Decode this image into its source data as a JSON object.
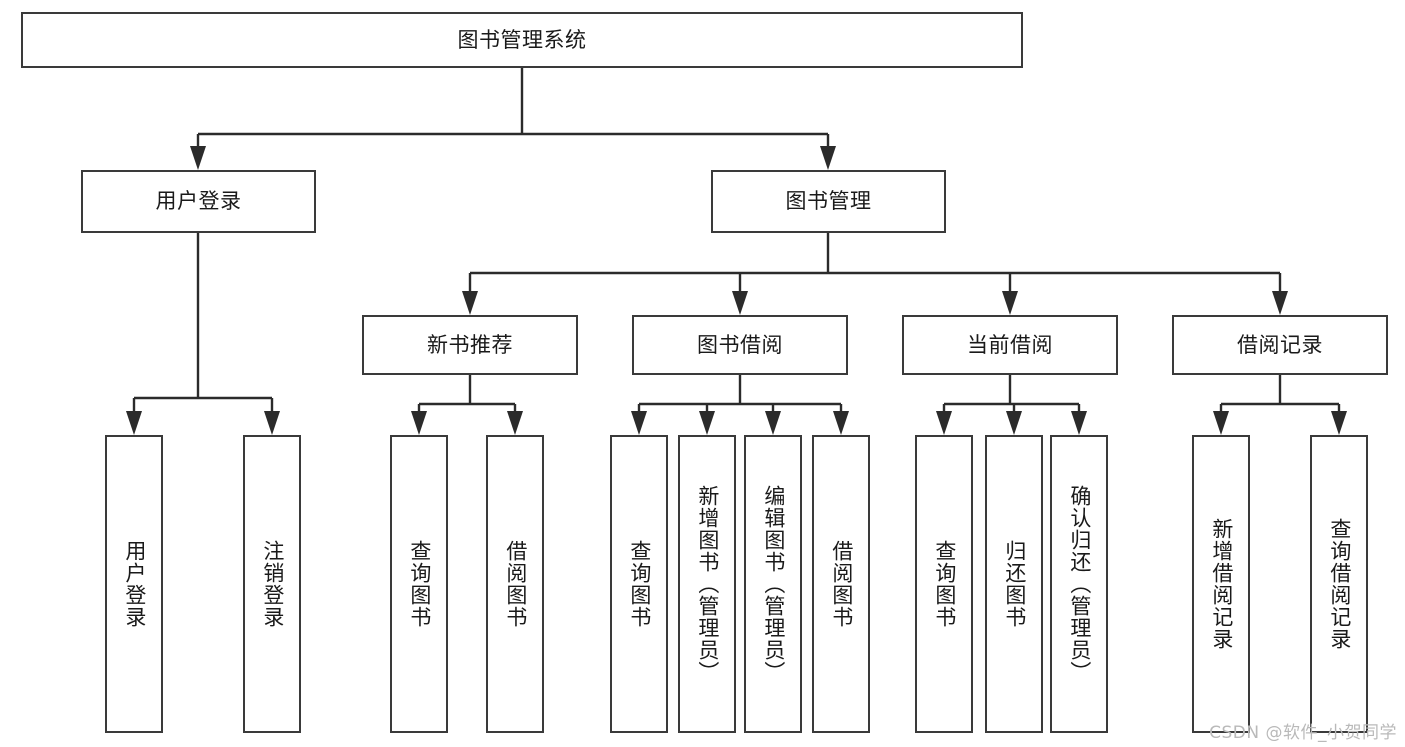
{
  "diagram": {
    "type": "tree",
    "title": "图书管理系统",
    "root": {
      "label": "图书管理系统"
    },
    "level2": [
      {
        "label": "用户登录"
      },
      {
        "label": "图书管理"
      }
    ],
    "level3": [
      {
        "label": "新书推荐"
      },
      {
        "label": "图书借阅"
      },
      {
        "label": "当前借阅"
      },
      {
        "label": "借阅记录"
      }
    ],
    "leaves": {
      "user_login": [
        {
          "label": "用户登录"
        },
        {
          "label": "注销登录"
        }
      ],
      "new_book_recommend": [
        {
          "label": "查询图书"
        },
        {
          "label": "借阅图书"
        }
      ],
      "book_borrow": [
        {
          "label": "查询图书"
        },
        {
          "label": "新增图书（管理员）"
        },
        {
          "label": "编辑图书（管理员）"
        },
        {
          "label": "借阅图书"
        }
      ],
      "current_borrow": [
        {
          "label": "查询图书"
        },
        {
          "label": "归还图书"
        },
        {
          "label": "确认归还（管理员）"
        }
      ],
      "borrow_record": [
        {
          "label": "新增借阅记录"
        },
        {
          "label": "查询借阅记录"
        }
      ]
    }
  },
  "watermark": {
    "text": "CSDN @软件_小贺同学"
  },
  "colors": {
    "box_border": "#3a3a3a",
    "edge": "#2b2b2b",
    "background": "#ffffff",
    "text": "#1a1a1a",
    "watermark": "#b9b9b9"
  }
}
